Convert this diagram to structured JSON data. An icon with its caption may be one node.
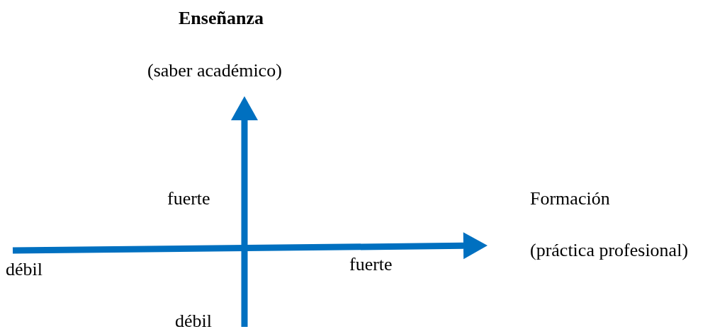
{
  "diagram": {
    "title": "Enseñanza",
    "labels": [
      "(saber académico)",
      "fuerte",
      "Formación",
      "(práctica profesional)",
      "fuerte",
      "débil",
      "débil"
    ]
  }
}
